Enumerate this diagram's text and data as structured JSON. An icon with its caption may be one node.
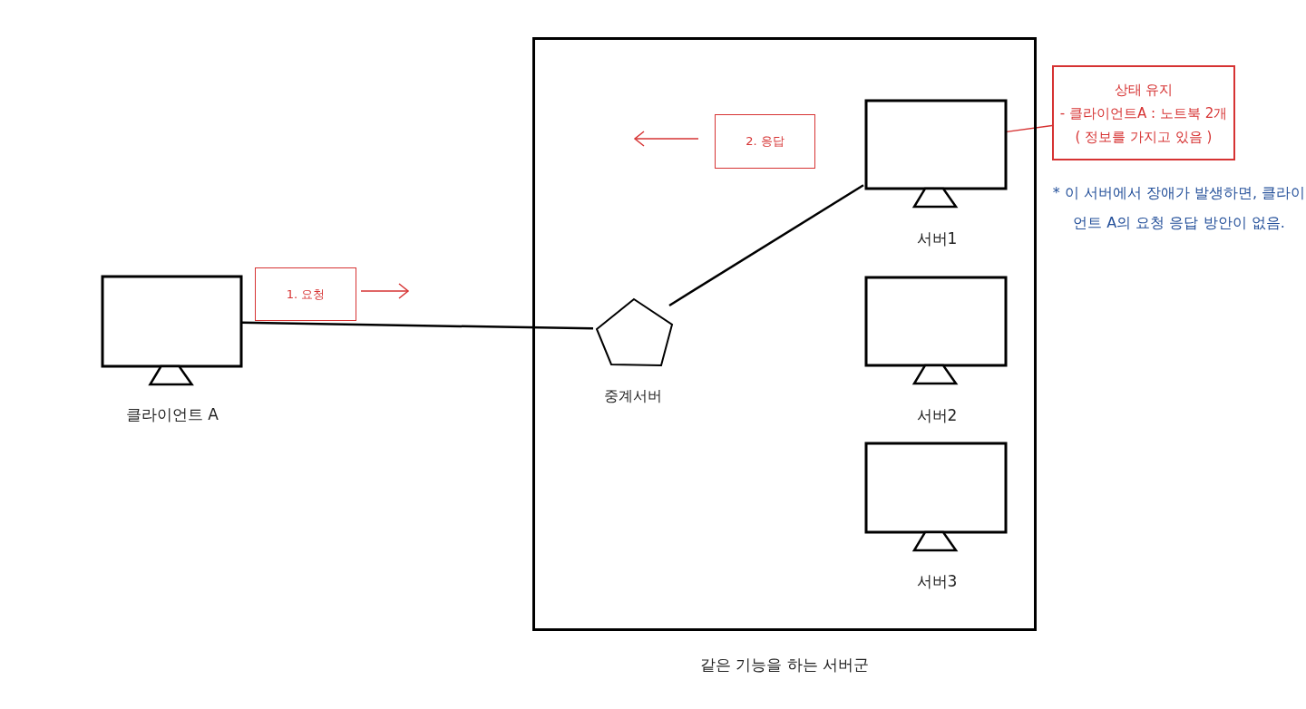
{
  "diagram": {
    "nodes": [
      {
        "text": [
          "같은 기능을 하는 서버군"
        ]
      },
      {
        "text": [
          "클라이언트 A"
        ]
      },
      {
        "text": [
          "중계서버"
        ],
        "in": 0
      },
      {
        "text": [
          "서버1"
        ],
        "in": 0
      },
      {
        "text": [
          "서버2"
        ],
        "in": 0
      },
      {
        "text": [
          "서버3"
        ],
        "in": 0
      },
      {
        "text": [
          "1. 요청"
        ]
      },
      {
        "text": [
          "2. 응답"
        ],
        "in": 0
      },
      {
        "text": [
          "상태 유지",
          "- 클라이언트A : 노트북 2개",
          "( 정보를 가지고 있음 )"
        ]
      }
    ],
    "edges": [
      {
        "from": 1,
        "to": 2,
        "arrow": "none"
      },
      {
        "from": 2,
        "to": 3,
        "arrow": "none"
      },
      {
        "from": 8,
        "to": 3,
        "arrow": "none",
        "color": "#d63333"
      }
    ],
    "labels": [
      "* 이 서버에서 장애가 발생하면, 클라이언트 A의 요청 응답 방안이 없음."
    ]
  }
}
